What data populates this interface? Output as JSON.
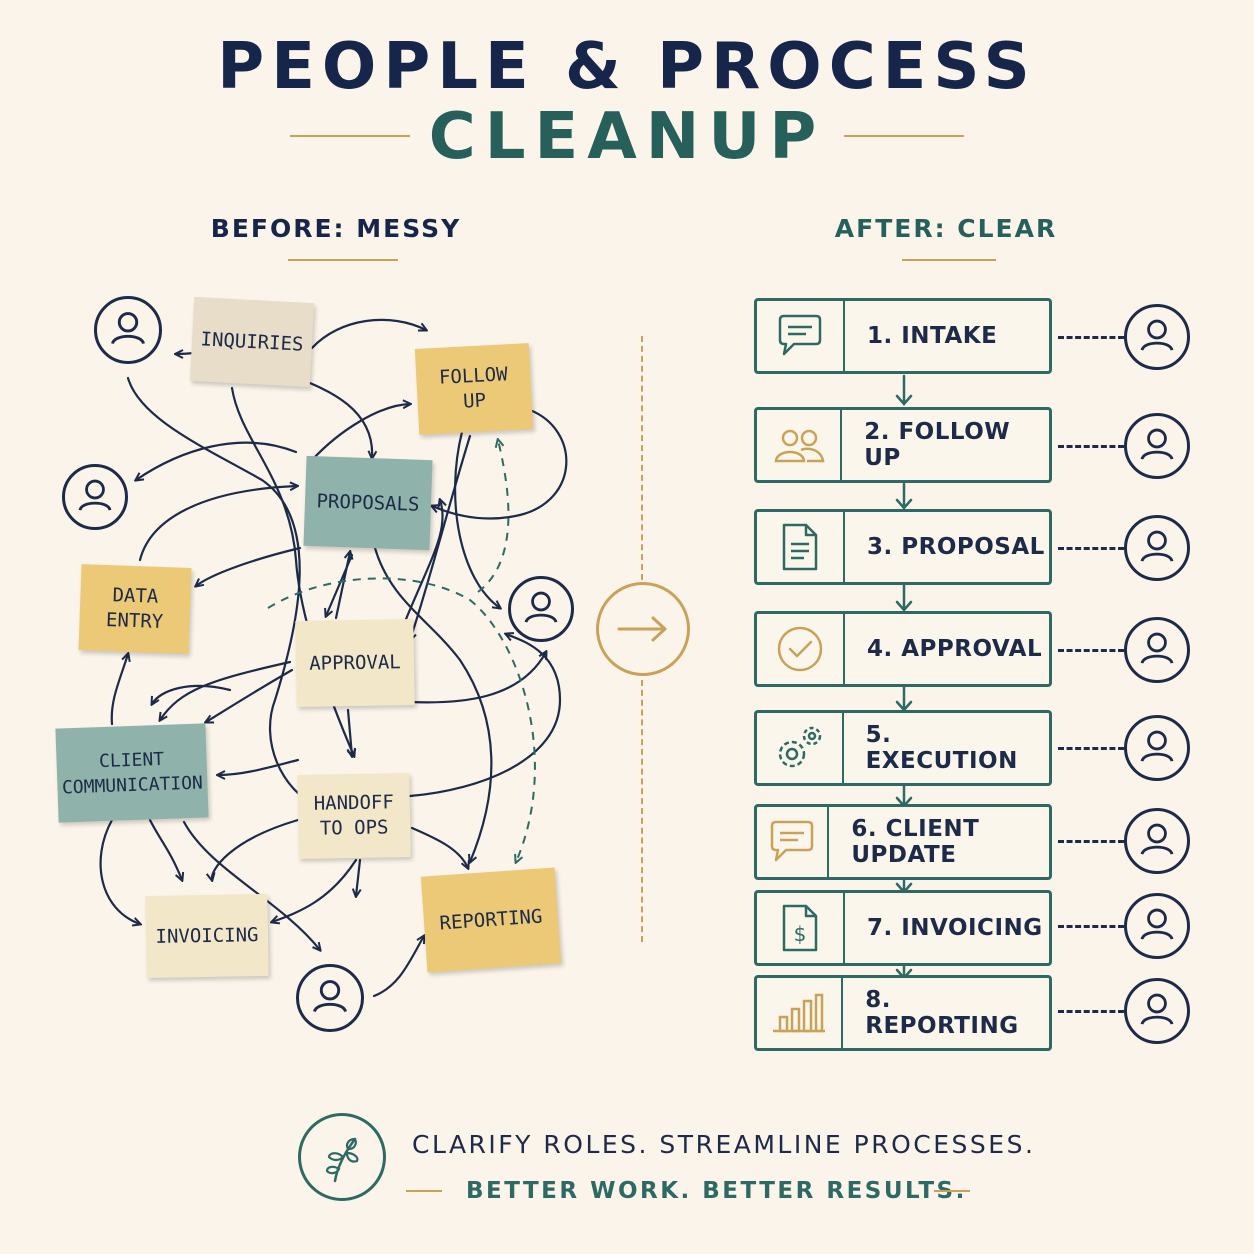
{
  "title": {
    "line1": "PEOPLE & PROCESS",
    "line2": "CLEANUP"
  },
  "before": {
    "heading": "BEFORE: MESSY",
    "notes": [
      "INQUIRIES",
      "FOLLOW\nUP",
      "PROPOSALS",
      "DATA\nENTRY",
      "APPROVAL",
      "CLIENT\nCOMMUNICATION",
      "HANDOFF\nTO OPS",
      "INVOICING",
      "REPORTING"
    ]
  },
  "after": {
    "heading": "AFTER: CLEAR",
    "steps": [
      {
        "label": "1. INTAKE",
        "icon": "chat-bubble-icon"
      },
      {
        "label": "2. FOLLOW UP",
        "icon": "people-icon"
      },
      {
        "label": "3. PROPOSAL",
        "icon": "document-icon"
      },
      {
        "label": "4. APPROVAL",
        "icon": "check-circle-icon"
      },
      {
        "label": "5. EXECUTION",
        "icon": "gears-icon"
      },
      {
        "label": "6. CLIENT UPDATE",
        "icon": "chat-bubble-icon"
      },
      {
        "label": "7. INVOICING",
        "icon": "invoice-icon"
      },
      {
        "label": "8. REPORTING",
        "icon": "bar-chart-icon"
      }
    ]
  },
  "footer": {
    "line1": "CLARIFY ROLES. STREAMLINE PROCESSES.",
    "line2": "BETTER WORK. BETTER RESULTS."
  },
  "colors": {
    "navy": "#1d2a48",
    "teal": "#2e6a63",
    "gold": "#c9a25a",
    "background": "#faf4ea"
  }
}
